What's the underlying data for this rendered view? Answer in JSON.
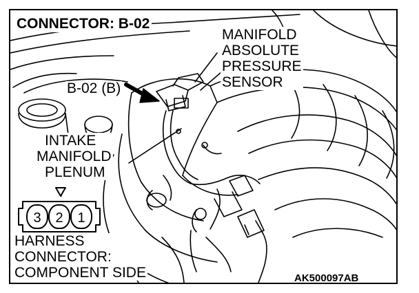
{
  "title": "CONNECTOR: B-02",
  "callouts": {
    "sensor_lines": [
      "MANIFOLD",
      "ABSOLUTE",
      "PRESSURE",
      "SENSOR"
    ],
    "connector_ref": "B-02 (B)",
    "plenum_lines": [
      "INTAKE",
      "MANIFOLD",
      "PLENUM"
    ]
  },
  "harness_connector": {
    "pins": [
      "3",
      "2",
      "1"
    ],
    "caption_lines": [
      "HARNESS",
      "CONNECTOR:",
      "COMPONENT SIDE"
    ]
  },
  "figure_code": "AK500097AB",
  "colors": {
    "line": "#000000",
    "background": "#ffffff"
  },
  "icons": [
    "pointer-arrow-icon",
    "harness-connector-icon"
  ]
}
